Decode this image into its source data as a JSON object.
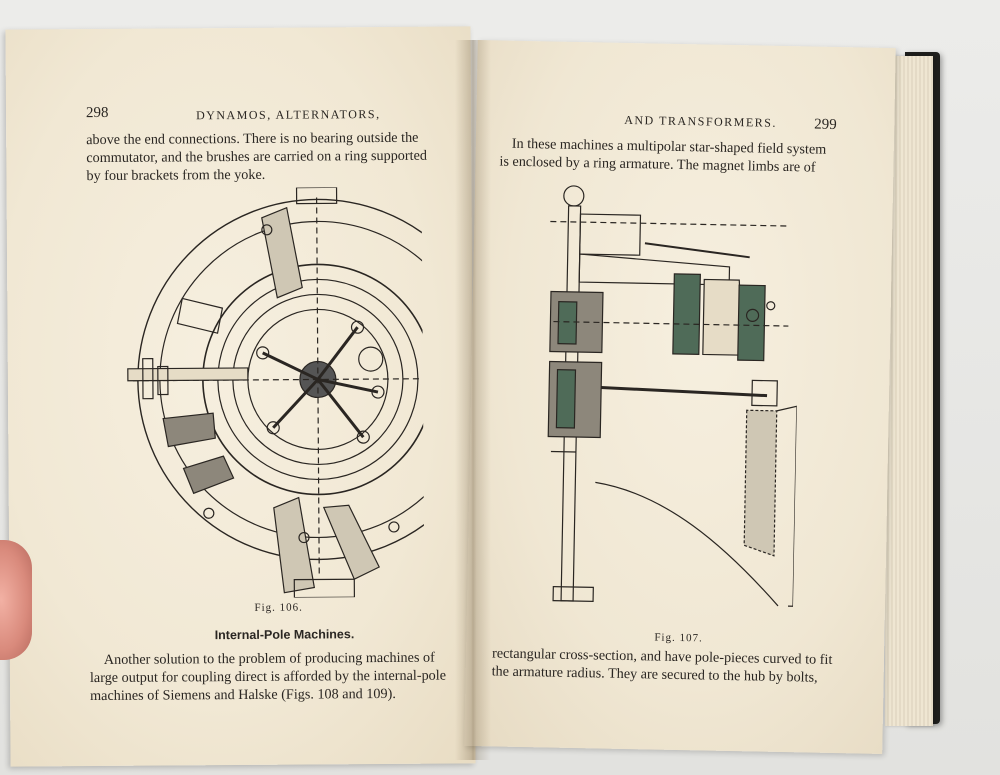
{
  "left_page": {
    "page_number": "298",
    "running_head": "DYNAMOS, ALTERNATORS,",
    "top_lines": [
      "above the end connections.  There is no bearing outside the",
      "commutator, and the brushes are carried on a ring supported",
      "by four brackets from the yoke."
    ],
    "figure_caption": "Fig. 106.",
    "section_heading": "Internal-Pole Machines.",
    "bottom_lines": [
      "Another solution to the problem of producing machines of",
      "large output for coupling direct is afforded by the internal-pole",
      "machines of Siemens and Halske (Figs. 108 and 109)."
    ]
  },
  "right_page": {
    "page_number": "299",
    "running_head": "AND TRANSFORMERS.",
    "top_lines": [
      "In these machines a multipolar star-shaped field system",
      "is enclosed by a ring armature.  The magnet limbs are of"
    ],
    "figure_caption": "Fig. 107.",
    "bottom_lines": [
      "rectangular cross-section, and have pole-pieces curved to fit",
      "the armature radius.  They are secured to the hub by bolts,"
    ]
  },
  "colors": {
    "paper": "#f3ead7",
    "ink": "#2a2622",
    "cover": "#1e1e1c"
  }
}
